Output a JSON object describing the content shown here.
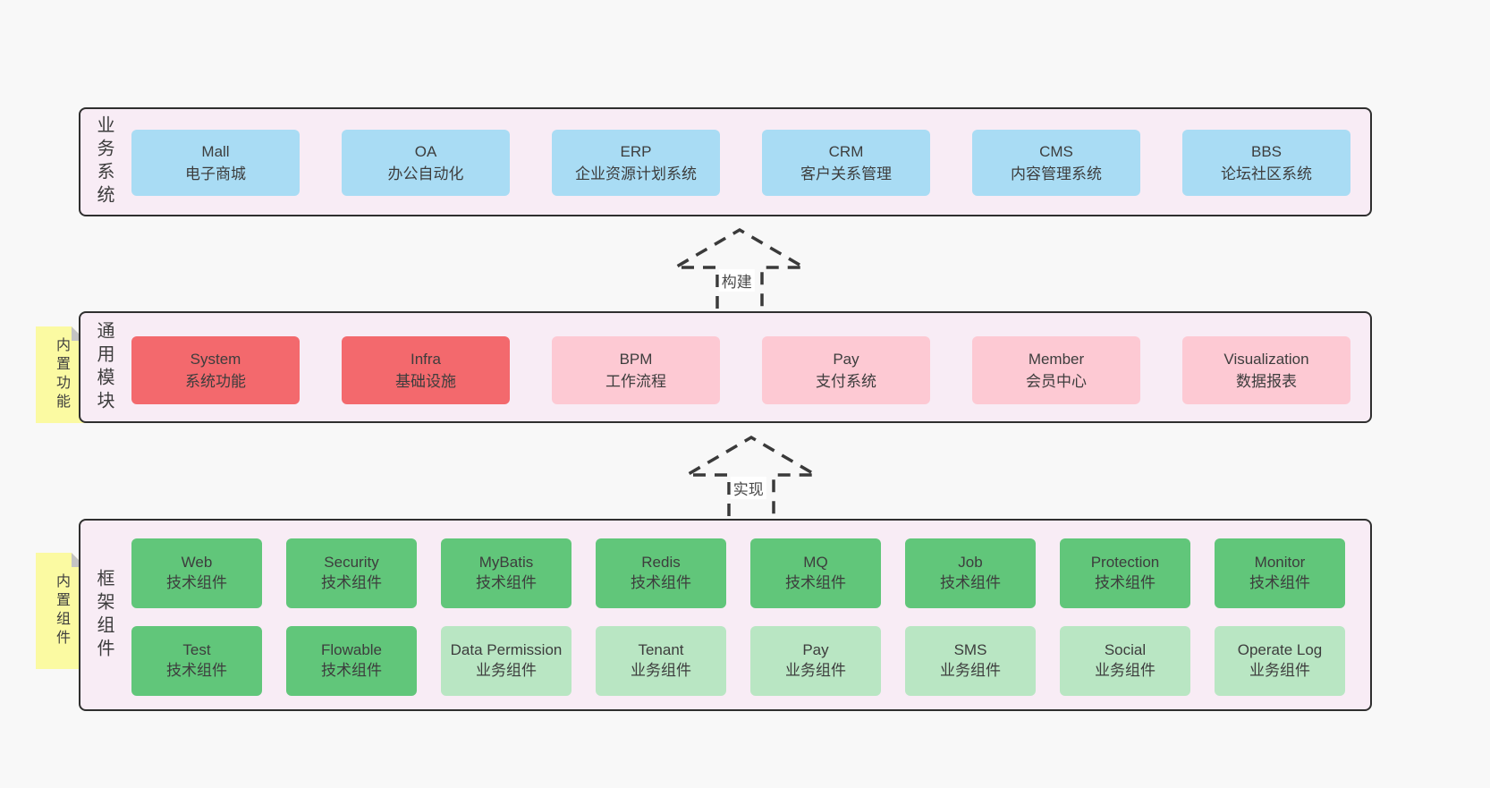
{
  "colors": {
    "page_bg": "#f8f8f8",
    "band_bg": "#f8ecf5",
    "band_border": "#2f2f2f",
    "blue_box": "#a9dcf4",
    "red_box": "#f3696d",
    "pink_box": "#fdc9d3",
    "green_box": "#61c67a",
    "light_green_box": "#b9e6c3",
    "sticky_bg": "#fbfaa2",
    "sticky_fold": "#c4c4c4",
    "text": "#3d3d3d",
    "arrow_stroke": "#3a3a3a",
    "arrow_label_bg": "#ffffff"
  },
  "bands": [
    {
      "label": "业务系统",
      "items": [
        {
          "name": "Mall",
          "desc": "电子商城"
        },
        {
          "name": "OA",
          "desc": "办公自动化"
        },
        {
          "name": "ERP",
          "desc": "企业资源计划系统"
        },
        {
          "name": "CRM",
          "desc": "客户关系管理"
        },
        {
          "name": "CMS",
          "desc": "内容管理系统"
        },
        {
          "name": "BBS",
          "desc": "论坛社区系统"
        }
      ]
    },
    {
      "label": "通用模块",
      "sticky": "内置功能",
      "items": [
        {
          "name": "System",
          "desc": "系统功能",
          "variant": "red"
        },
        {
          "name": "Infra",
          "desc": "基础设施",
          "variant": "red"
        },
        {
          "name": "BPM",
          "desc": "工作流程",
          "variant": "pink"
        },
        {
          "name": "Pay",
          "desc": "支付系统",
          "variant": "pink"
        },
        {
          "name": "Member",
          "desc": "会员中心",
          "variant": "pink"
        },
        {
          "name": "Visualization",
          "desc": "数据报表",
          "variant": "pink"
        }
      ]
    },
    {
      "label": "框架组件",
      "sticky": "内置组件",
      "rows": [
        [
          {
            "name": "Web",
            "desc": "技术组件",
            "variant": "green"
          },
          {
            "name": "Security",
            "desc": "技术组件",
            "variant": "green"
          },
          {
            "name": "MyBatis",
            "desc": "技术组件",
            "variant": "green"
          },
          {
            "name": "Redis",
            "desc": "技术组件",
            "variant": "green"
          },
          {
            "name": "MQ",
            "desc": "技术组件",
            "variant": "green"
          },
          {
            "name": "Job",
            "desc": "技术组件",
            "variant": "green"
          },
          {
            "name": "Protection",
            "desc": "技术组件",
            "variant": "green"
          },
          {
            "name": "Monitor",
            "desc": "技术组件",
            "variant": "green"
          }
        ],
        [
          {
            "name": "Test",
            "desc": "技术组件",
            "variant": "green"
          },
          {
            "name": "Flowable",
            "desc": "技术组件",
            "variant": "green"
          },
          {
            "name": "Data Permission",
            "desc": "业务组件",
            "variant": "lightgreen"
          },
          {
            "name": "Tenant",
            "desc": "业务组件",
            "variant": "lightgreen"
          },
          {
            "name": "Pay",
            "desc": "业务组件",
            "variant": "lightgreen"
          },
          {
            "name": "SMS",
            "desc": "业务组件",
            "variant": "lightgreen"
          },
          {
            "name": "Social",
            "desc": "业务组件",
            "variant": "lightgreen"
          },
          {
            "name": "Operate Log",
            "desc": "业务组件",
            "variant": "lightgreen"
          }
        ]
      ]
    }
  ],
  "arrows": [
    {
      "label": "构建"
    },
    {
      "label": "实现"
    }
  ]
}
